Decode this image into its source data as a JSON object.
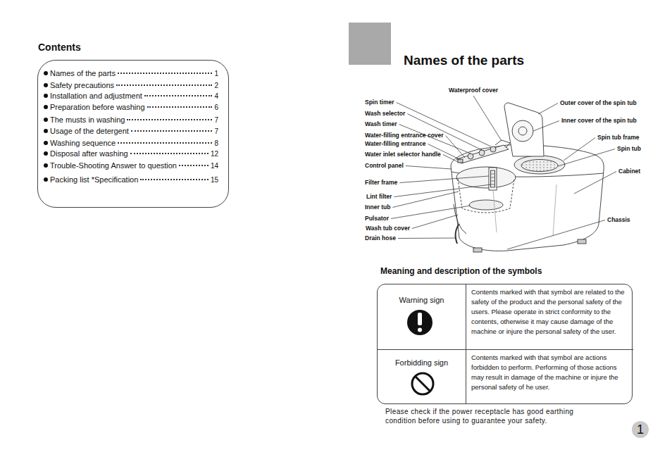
{
  "diagram": {
    "title": "Names of the parts",
    "nodes": [
      {
        "text": [
          "Contents",
          "Names of the parts",
          "1",
          "Safety precautions",
          "2",
          "Installation and adjustment",
          "4",
          "Preparation before washing",
          "6",
          "The musts in washing",
          "7",
          "Usage of the detergent",
          "7",
          "Washing sequence",
          "8",
          "Disposal after washing",
          "12",
          "Trouble-Shooting Answer to question",
          "14",
          "Packing list *Specification",
          "15"
        ]
      },
      {
        "text": [
          "Meaning and description of the symbols"
        ]
      },
      {
        "text": [
          "Warning sign"
        ],
        "in": 1
      },
      {
        "text": [
          "Contents marked with that symbol are related to the safety of the product and the personal safety of the users. Please operate in strict conformity to the contents, otherwise it may cause damage of the machine or injure the personal safety of the user."
        ],
        "in": 1
      },
      {
        "text": [
          "Forbidding sign"
        ],
        "in": 1
      },
      {
        "text": [
          "Contents marked with that symbol are actions forbidden to perform. Performing of those actions may result in damage of the machine or injure the personal safety of he user."
        ],
        "in": 1
      },
      {
        "text": [
          "1"
        ]
      }
    ],
    "labels": [
      "Waterproof cover",
      "Spin timer",
      "Outer cover of the spin tub",
      "Wash selector",
      "Inner cover of the spin tub",
      "Wash timer",
      "Water-filling entrance cover",
      "Spin tub frame",
      "Water-filling entrance",
      "Spin tub",
      "Water inlet selector handle",
      "Control panel",
      "Cabinet",
      "Filter frame",
      "Lint filter",
      "Inner tub",
      "Pulsator",
      "Chassis",
      "Wash tub cover",
      "Drain hose",
      "Please check if the power receptacle has good earthing condition before using to guarantee your safety."
    ]
  }
}
